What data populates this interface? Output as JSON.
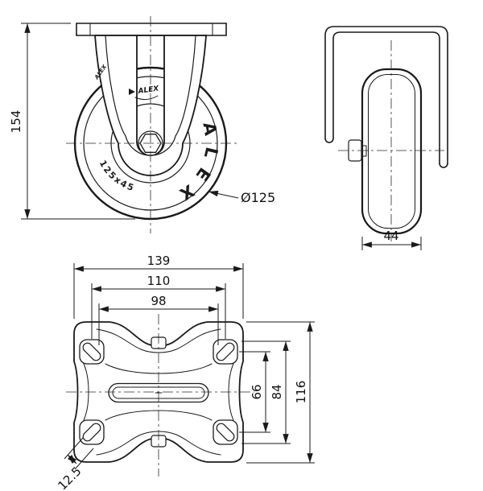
{
  "colors": {
    "ink": "#1a1a1a",
    "paper": "#ffffff"
  },
  "front_view": {
    "dim_height": "154",
    "dim_wheel_diameter": "Ø125",
    "wheel_size_marking": "125x45",
    "wheel_brand_text": "ALEX",
    "bracket_logo_text": "ALEX",
    "bracket_logo_small": "ALEX"
  },
  "side_view": {
    "dim_overall_width": "44"
  },
  "plate_view": {
    "dim_plate_width": "139",
    "dim_hole_span_outer": "110",
    "dim_hole_span_inner": "98",
    "dim_hole_span_vertical": "66",
    "dim_slot_span_vertical": "84",
    "dim_plate_depth": "116",
    "dim_slot_width": "12.5"
  }
}
